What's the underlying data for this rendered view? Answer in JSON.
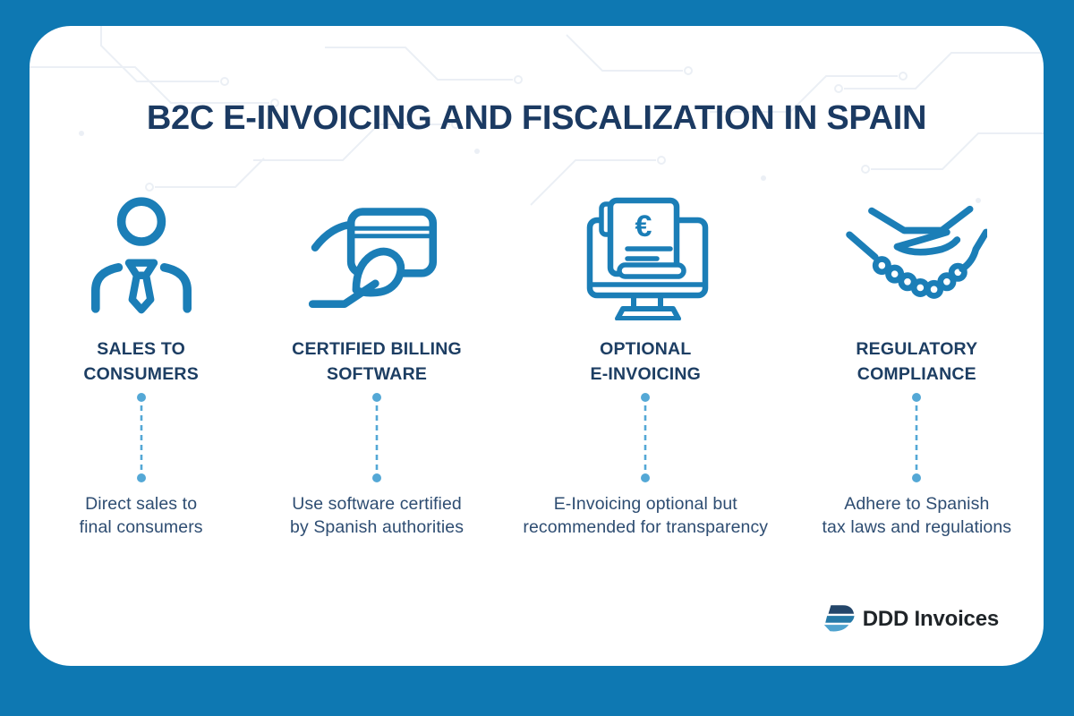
{
  "page": {
    "title": "B2C E-INVOICING AND FISCALIZATION IN SPAIN"
  },
  "columns": [
    {
      "icon": "person-icon",
      "heading": "SALES TO\nCONSUMERS",
      "description": "Direct sales to\nfinal consumers"
    },
    {
      "icon": "hand-credit-card-icon",
      "heading": "CERTIFIED BILLING\nSOFTWARE",
      "description": "Use software certified\nby Spanish authorities"
    },
    {
      "icon": "monitor-invoice-icon",
      "heading": "OPTIONAL\nE-INVOICING",
      "description": "E-Invoicing optional but\nrecommended for transparency"
    },
    {
      "icon": "handshake-icon",
      "heading": "REGULATORY\nCOMPLIANCE",
      "description": "Adhere to Spanish\ntax laws and regulations"
    }
  ],
  "logo": {
    "name": "DDD Invoices"
  },
  "colors": {
    "background": "#0e78b2",
    "card": "#ffffff",
    "title": "#1b3a62",
    "heading": "#1d3e63",
    "description": "#2e4d72",
    "icon": "#1b7eb7",
    "connector": "#54a8d6",
    "trace": "#e9eef4",
    "logo_text": "#1f2428",
    "logo_dark": "#24466a",
    "logo_mid": "#2579a7",
    "logo_light": "#4fa3cf"
  }
}
